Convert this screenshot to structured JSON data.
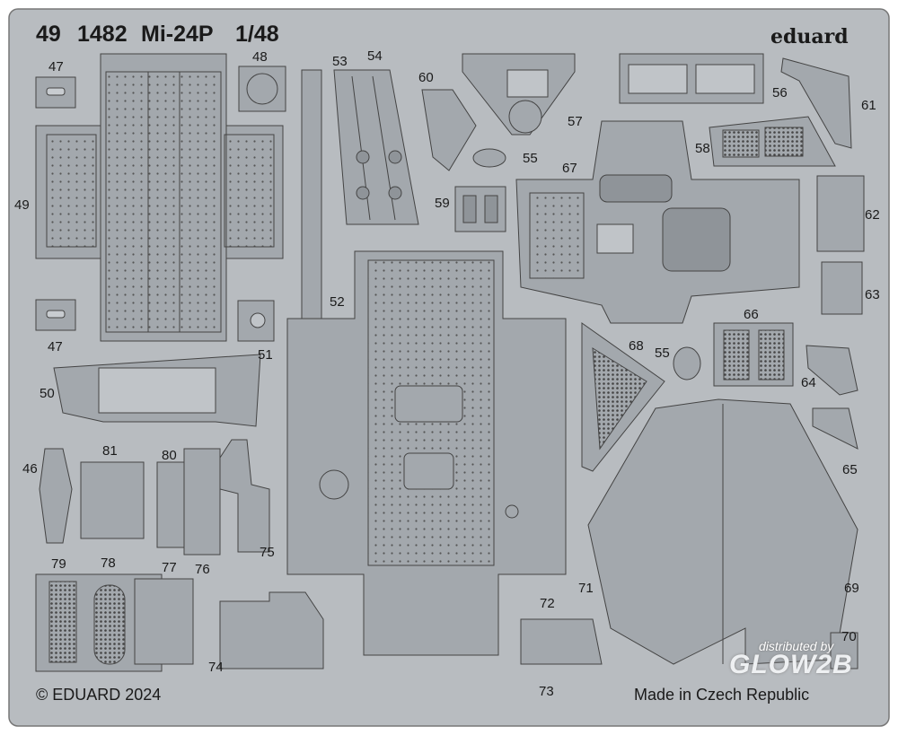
{
  "header": {
    "code_a": "49",
    "code_b": "1482",
    "model": "Mi-24P",
    "scale": "1/48",
    "brand": "eduard"
  },
  "footer": {
    "copyright": "© EDUARD 2024",
    "origin": "Made in Czech Republic"
  },
  "watermark": {
    "line1": "distributed by",
    "line2": "GLOW2B"
  },
  "part_labels": {
    "p47a": "47",
    "p48": "48",
    "p53": "53",
    "p54": "54",
    "p60": "60",
    "p57": "57",
    "p56": "56",
    "p61": "61",
    "p49": "49",
    "p55a": "55",
    "p58": "58",
    "p67": "67",
    "p59": "59",
    "p62": "62",
    "p52": "52",
    "p63": "63",
    "p47b": "47",
    "p51": "51",
    "p66": "66",
    "p68": "68",
    "p55b": "55",
    "p64": "64",
    "p50": "50",
    "p65": "65",
    "p46": "46",
    "p81": "81",
    "p80": "80",
    "p75": "75",
    "p79": "79",
    "p78": "78",
    "p77": "77",
    "p76": "76",
    "p71": "71",
    "p69": "69",
    "p72": "72",
    "p74": "74",
    "p70": "70",
    "p73": "73"
  },
  "colors": {
    "fret": "#b8bcc0",
    "part": "#a3a8ad",
    "line": "#4a4d50",
    "bg": "#ffffff"
  }
}
